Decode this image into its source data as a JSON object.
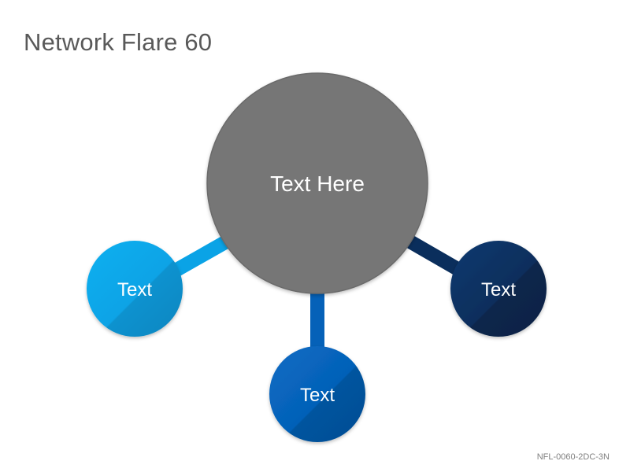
{
  "title": "Network Flare 60",
  "product_code": "NFL-0060-2DC-3N",
  "center_node": {
    "label": "Text Here",
    "color": "#767676"
  },
  "nodes": [
    {
      "label": "Text",
      "color": "#0aa3e6"
    },
    {
      "label": "Text",
      "color": "#0561b8"
    },
    {
      "label": "Text",
      "color": "#0a2e5c"
    }
  ]
}
